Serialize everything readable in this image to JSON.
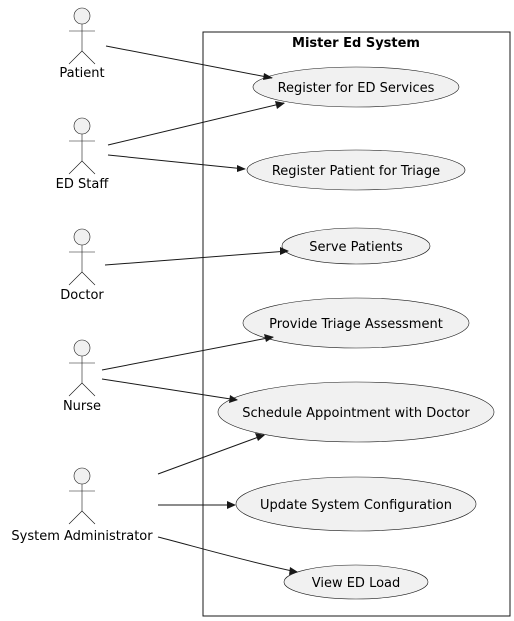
{
  "system": {
    "title": "Mister Ed System"
  },
  "actors": {
    "patient": "Patient",
    "ed_staff": "ED Staff",
    "doctor": "Doctor",
    "nurse": "Nurse",
    "sysadmin": "System Administrator"
  },
  "use_cases": {
    "register_ed": "Register for ED Services",
    "register_triage": "Register Patient for Triage",
    "serve_patients": "Serve Patients",
    "triage_assessment": "Provide Triage Assessment",
    "schedule_appt": "Schedule Appointment with Doctor",
    "update_config": "Update System Configuration",
    "view_load": "View ED Load"
  },
  "colors": {
    "fill": "#f1f1f1",
    "stroke": "#181818",
    "background": "#ffffff"
  }
}
